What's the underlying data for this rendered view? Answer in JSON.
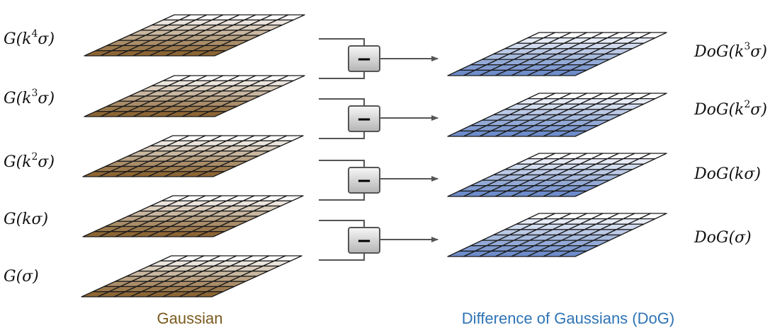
{
  "gaussian": {
    "caption": "Gaussian",
    "caption_color": "#7a5a1e",
    "layers": [
      {
        "base": "G(k",
        "sup": "4",
        "tail": "σ)"
      },
      {
        "base": "G(k",
        "sup": "3",
        "tail": "σ)"
      },
      {
        "base": "G(k",
        "sup": "2",
        "tail": "σ)"
      },
      {
        "base": "G(kσ)",
        "sup": "",
        "tail": ""
      },
      {
        "base": "G(σ)",
        "sup": "",
        "tail": ""
      }
    ],
    "near_color": "#8c6534",
    "far_color": "#ffffff"
  },
  "dog": {
    "caption": "Difference of Gaussians (DoG)",
    "caption_color": "#2e73b5",
    "layers": [
      {
        "base": "DoG(k",
        "sup": "3",
        "tail": "σ)"
      },
      {
        "base": "DoG(k",
        "sup": "2",
        "tail": "σ)"
      },
      {
        "base": "DoG(kσ)",
        "sup": "",
        "tail": ""
      },
      {
        "base": "DoG(σ)",
        "sup": "",
        "tail": ""
      }
    ],
    "near_color": "#6d8cc9",
    "far_color": "#ffffff"
  },
  "operators": {
    "symbol": "−",
    "count": 4
  }
}
